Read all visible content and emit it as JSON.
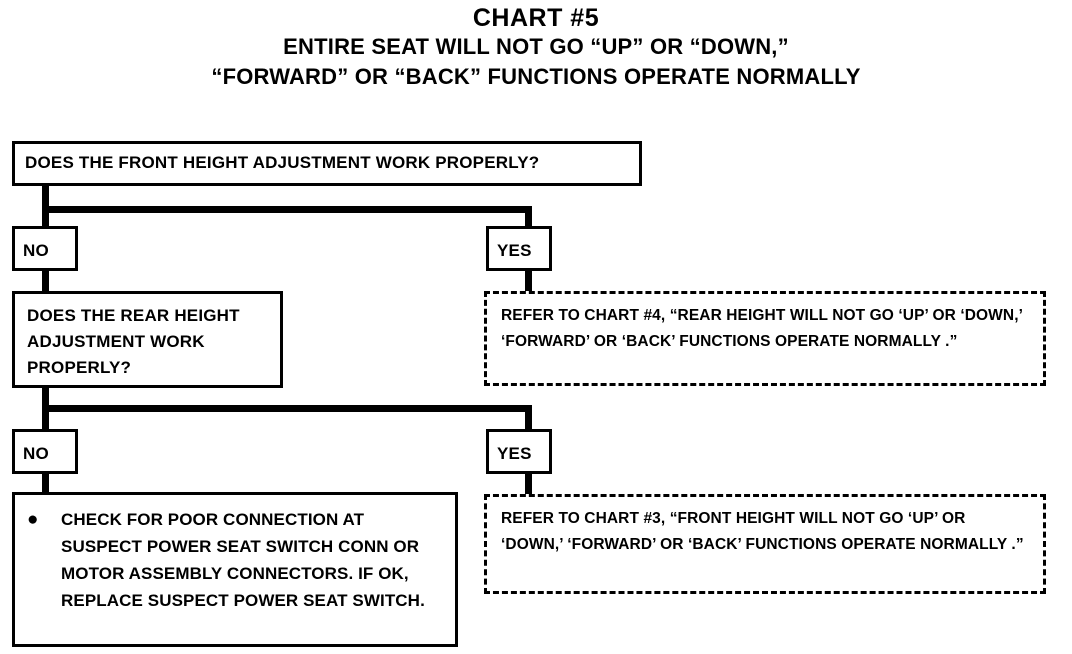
{
  "title": {
    "line1": "CHART #5",
    "line2": "ENTIRE SEAT WILL NOT GO “UP” OR “DOWN,”",
    "line3": "“FORWARD” OR “BACK” FUNCTIONS OPERATE NORMALLY"
  },
  "flowchart": {
    "question_1": {
      "label": "DOES THE FRONT HEIGHT ADJUSTMENT WORK PROPERLY?"
    },
    "branch_1": {
      "no_label": "NO",
      "yes_label": "YES"
    },
    "question_2": {
      "label": "DOES THE REAR HEIGHT ADJUSTMENT WORK PROPERLY?"
    },
    "branch_2": {
      "no_label": "NO",
      "yes_label": "YES"
    },
    "reference_1": {
      "text": "REFER TO CHART #4, “REAR HEIGHT WILL NOT GO ‘UP’ OR ‘DOWN,’ ‘FORWARD’ OR ‘BACK’ FUNCTIONS OPERATE NORMALLY .”"
    },
    "reference_2": {
      "text": "REFER TO CHART #3, “FRONT HEIGHT WILL NOT GO ‘UP’ OR ‘DOWN,’ ‘FORWARD’ OR ‘BACK’ FUNCTIONS OPERATE NORMALLY .”"
    },
    "action": {
      "bullet_glyph": "●",
      "text": "CHECK FOR POOR CONNECTION AT SUSPECT POWER SEAT SWITCH CONN OR MOTOR ASSEMBLY CONNECTORS. IF OK, REPLACE SUSPECT POWER SEAT SWITCH."
    }
  },
  "colors": {
    "ink": "#000000",
    "page": "#ffffff"
  }
}
